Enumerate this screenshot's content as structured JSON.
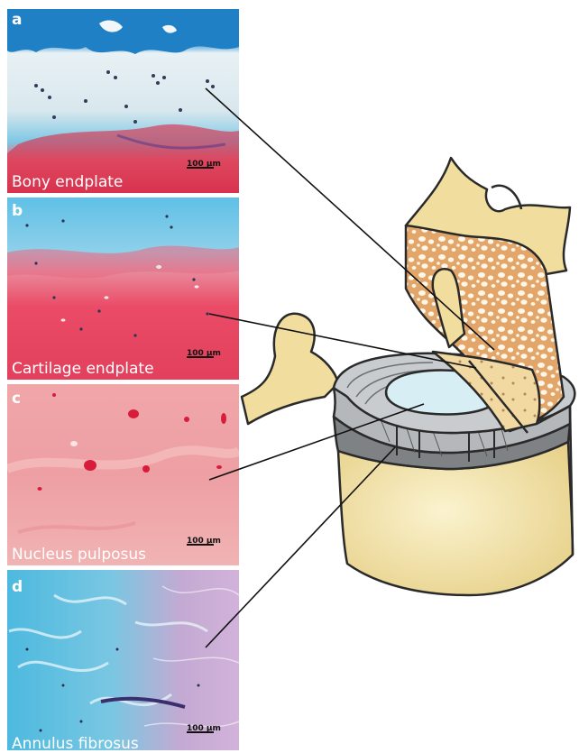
{
  "panels": [
    {
      "letter": "a",
      "title": "Bony endplate",
      "scale": "100 µm"
    },
    {
      "letter": "b",
      "title": "Cartilage endplate",
      "scale": "100 µm"
    },
    {
      "letter": "c",
      "title": "Nucleus pulposus",
      "scale": "100 µm"
    },
    {
      "letter": "d",
      "title": "Annulus fibrosus",
      "scale": "100 µm"
    }
  ],
  "colors": {
    "bone_blue": "#1c7fc4",
    "alcian_blue": "#63c2e6",
    "safranin_red": "#e5445f",
    "nucleus_pink": "#efa2a5",
    "annulus_lilac": "#c7a8d2",
    "bone_yellow": "#f4e3a3",
    "cancellous_tan": "#c88548",
    "disc_grey": "#9fa3a6",
    "nucleus_blue": "#d5edf4"
  }
}
